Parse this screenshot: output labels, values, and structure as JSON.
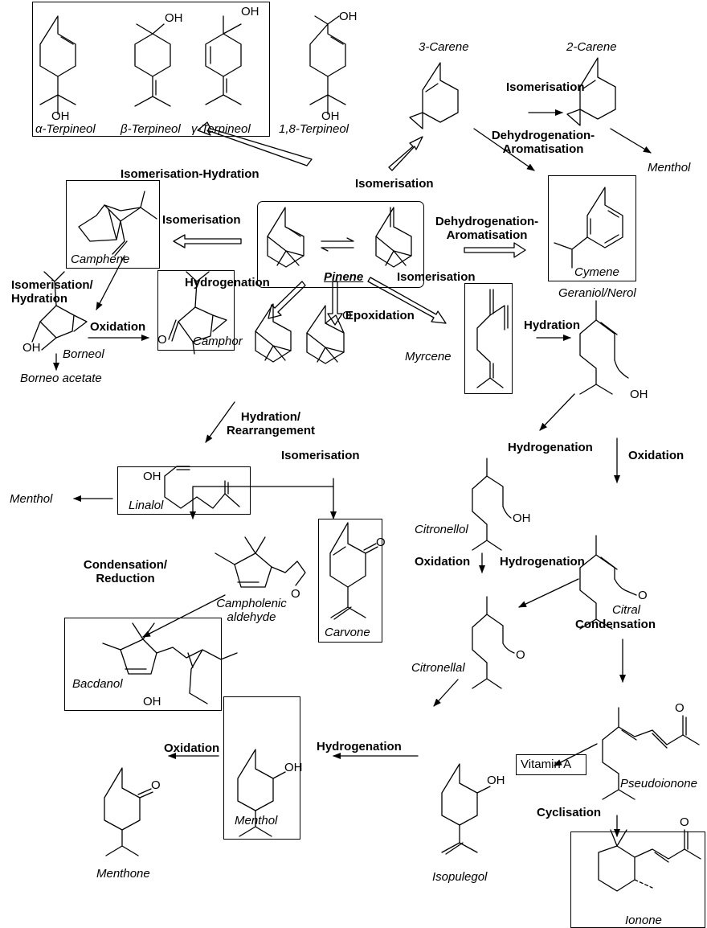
{
  "compounds": {
    "alpha_terpineol": "α-Terpineol",
    "beta_terpineol": "β-Terpineol",
    "gamma_terpineol": "γ-Terpineol",
    "terpineol_18": "1,8-Terpineol",
    "carene3": "3-Carene",
    "carene2": "2-Carene",
    "menthol_tr": "Menthol",
    "camphene": "Camphene",
    "pinene": "Pinene",
    "cymene": "Cymene",
    "borneol": "Borneol",
    "camphor": "Camphor",
    "borneo_acetate": "Borneo acetate",
    "myrcene": "Myrcene",
    "geraniol": "Geraniol/Nerol",
    "menthol_ml": "Menthol",
    "linalol": "Linalol",
    "citronellol": "Citronellol",
    "citral": "Citral",
    "campholenic": "Campholenic aldehyde",
    "carvone": "Carvone",
    "citronellal": "Citronellal",
    "bacdanol": "Bacdanol",
    "menthone": "Menthone",
    "menthol_box": "Menthol",
    "isopulegol": "Isopulegol",
    "vitamin_a": "Vitamin A",
    "pseudoionone": "Pseudoionone",
    "ionone": "Ionone"
  },
  "reactions": {
    "isom_hydration": "Isomerisation-Hydration",
    "isom_carene": "Isomerisation",
    "isom_carene2": "Isomerisation",
    "dehydro_carene": "Dehydrogenation-Aromatisation",
    "isom_camphene": "Isomerisation",
    "dehydro_cymene": "Dehydrogenation-Aromatisation",
    "isom_myrcene": "Isomerisation",
    "isom_hydration2": "Isomerisation/ Hydration",
    "hydrogenation_pinane": "Hydrogenation",
    "epoxidation": "Epoxidation",
    "hydration_myrcene": "Hydration",
    "oxidation_borneol": "Oxidation",
    "hydration_rearr": "Hydration/ Rearrangement",
    "isom_epoxide": "Isomerisation",
    "hydrogenation_citronellol": "Hydrogenation",
    "oxidation_citral": "Oxidation",
    "oxidation_citronellal": "Oxidation",
    "hydrogenation_citronellal": "Hydrogenation",
    "condensation_reduction": "Condensation/ Reduction",
    "condensation": "Condensation",
    "oxidation_menthone": "Oxidation",
    "hydrogenation_menthol": "Hydrogenation",
    "cyclisation": "Cyclisation"
  },
  "atoms": {
    "oh": "OH",
    "o": "O"
  }
}
